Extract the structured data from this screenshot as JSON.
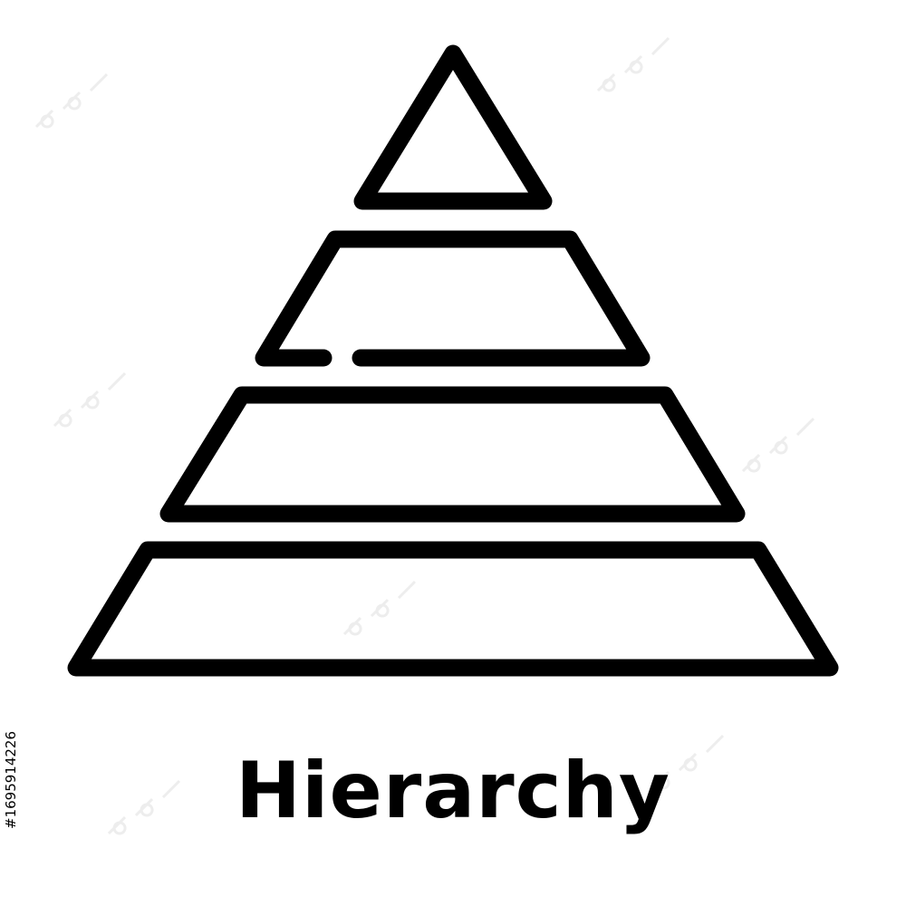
{
  "caption": "Hierarchy",
  "stock_id": "#1695914226",
  "colors": {
    "background": "#ffffff",
    "ink": "#000000",
    "watermark": "#eaeaea"
  },
  "icon": {
    "name": "hierarchy-pyramid-icon",
    "tiers": 4,
    "style": "outline"
  }
}
